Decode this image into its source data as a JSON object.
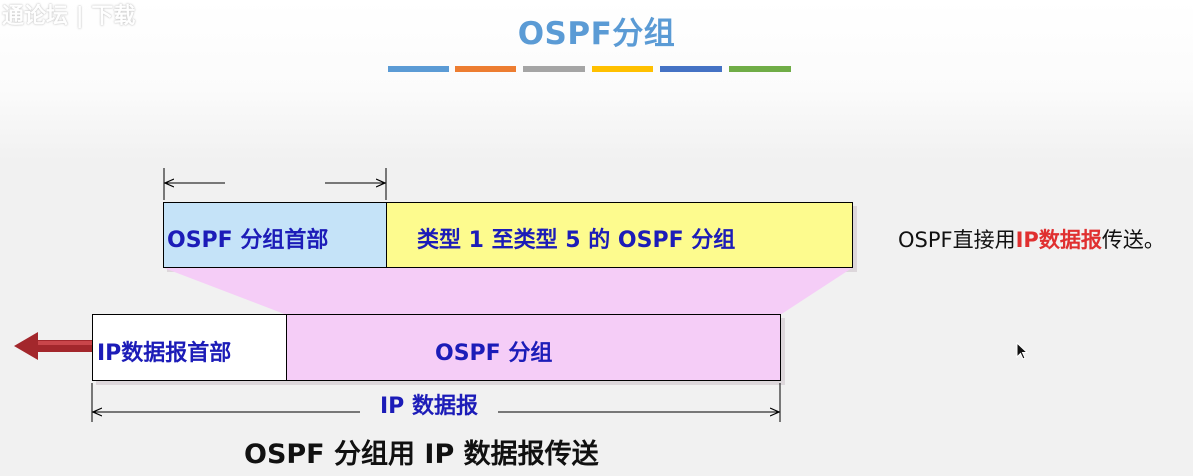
{
  "watermark": "通论坛 | 下载",
  "title": "OSPF分组",
  "accent_colors": [
    "#5b9bd5",
    "#ed7d31",
    "#a5a5a5",
    "#ffc000",
    "#4472c4",
    "#70ad47"
  ],
  "top_packet": {
    "header_label": "OSPF 分组首部",
    "body_label": "类型 1 至类型 5 的 OSPF 分组",
    "header_color": "#c5e3f8",
    "body_color": "#fdfb8e"
  },
  "ip_packet": {
    "header_label": "IP数据报首部",
    "body_label": "OSPF 分组",
    "body_color": "#f5cdf7",
    "length_label": "IP 数据报"
  },
  "note": {
    "prefix": "OSPF直接用",
    "highlight": "IP数据报",
    "suffix": "传送。"
  },
  "caption": "OSPF 分组用 IP 数据报传送"
}
